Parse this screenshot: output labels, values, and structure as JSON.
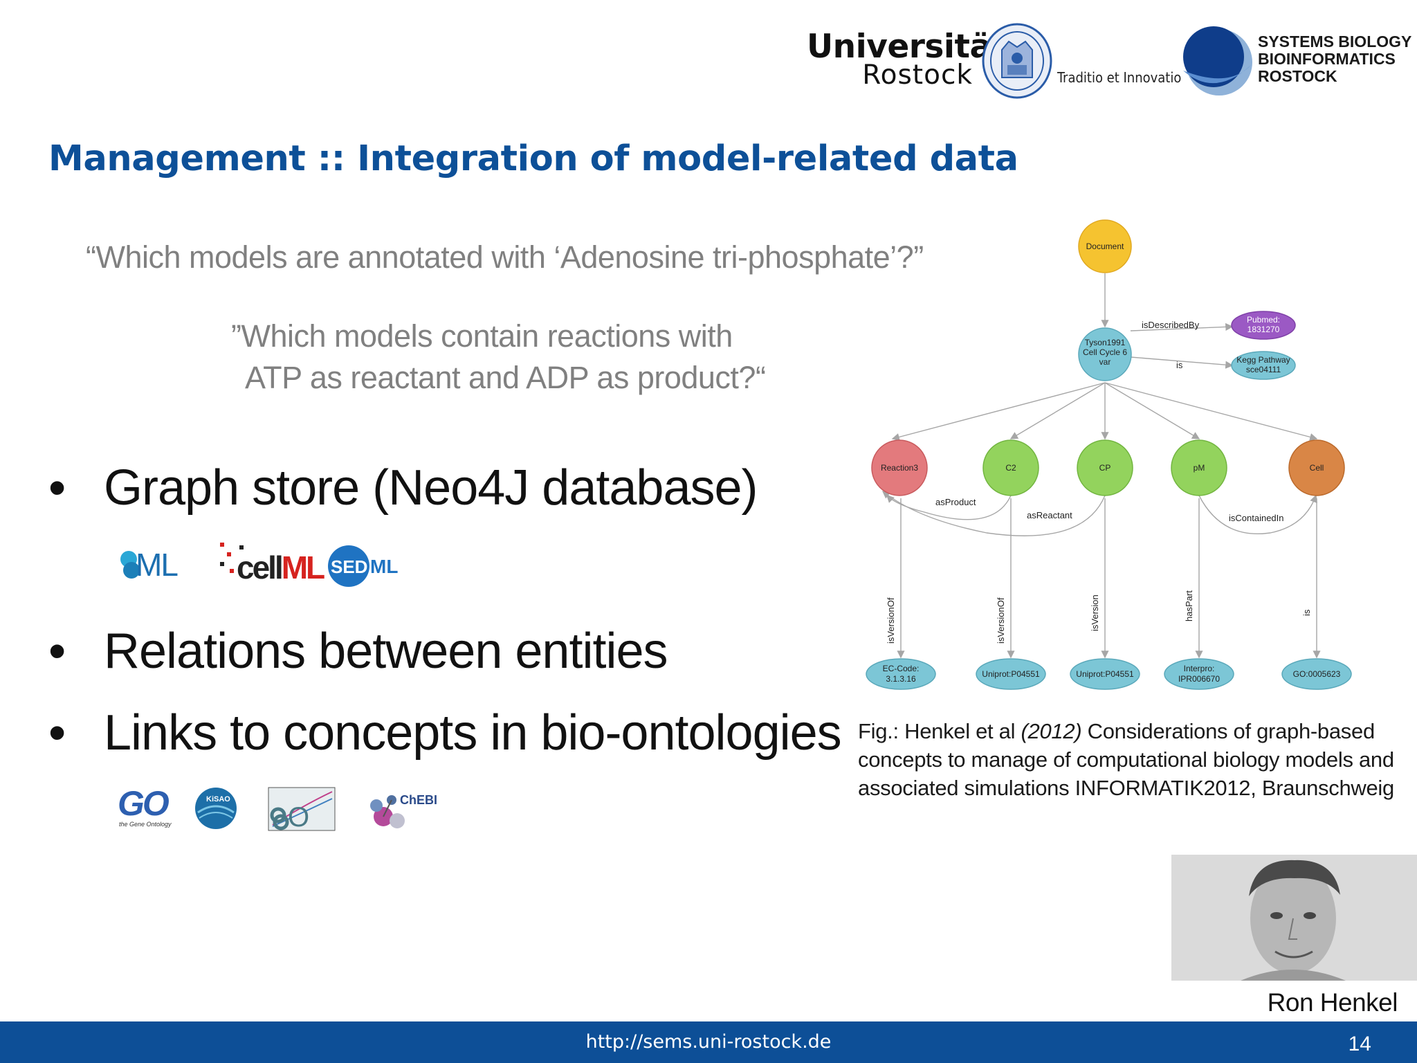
{
  "header": {
    "uni_line1": "Universität",
    "uni_line2": "Rostock",
    "motto": "Traditio et Innovatio",
    "sb_line1": "SYSTEMS BIOLOGY",
    "sb_line2": "BIOINFORMATICS",
    "sb_line3": "ROSTOCK"
  },
  "title": "Management :: Integration of model-related data",
  "questions": {
    "q1": "“Which models are annotated with ‘Adenosine tri-phosphate’?”",
    "q2_line1": "”Which models contain reactions with",
    "q2_line2": "ATP as reactant and ADP as product?“"
  },
  "bullets": {
    "marker": "•",
    "b1": "Graph store (Neo4J database)",
    "b2": "Relations between entities",
    "b3": "Links to concepts in bio-ontologies"
  },
  "format_logos": {
    "sbml": "ML",
    "cellml_cell": "cell",
    "cellml_ml": "ML",
    "sedml_sed": "SED",
    "sedml_ml": "ML"
  },
  "ontology_logos": {
    "go": "GO",
    "go_sub": "the Gene Ontology",
    "kisao": "KiSAO",
    "sbo": "O",
    "chebi": "ChEBI"
  },
  "graph": {
    "nodes": {
      "document": "Document",
      "tyson_l1": "Tyson1991",
      "tyson_l2": "Cell Cycle 6",
      "tyson_l3": "var",
      "pubmed_l1": "Pubmed:",
      "pubmed_l2": "1831270",
      "kegg_l1": "Kegg Pathway",
      "kegg_l2": "sce04111",
      "reaction3": "Reaction3",
      "c2": "C2",
      "cp": "CP",
      "pm": "pM",
      "cell": "Cell",
      "ec_l1": "EC-Code:",
      "ec_l2": "3.1.3.16",
      "uniprot1": "Uniprot:P04551",
      "uniprot2": "Uniprot:P04551",
      "interpro_l1": "Interpro:",
      "interpro_l2": "IPR006670",
      "go": "GO:0005623"
    },
    "edges": {
      "is_described_by": "isDescribedBy",
      "is": "is",
      "as_product": "asProduct",
      "as_reactant": "asReactant",
      "is_contained_in": "isContainedIn",
      "is_version_of_1": "isVersionOf",
      "is_version_of_2": "isVersionOf",
      "is_version": "isVersion",
      "has_part": "hasPart",
      "is_2": "is"
    },
    "colors": {
      "document": "#f5c330",
      "pubmed": "#9b59c4",
      "leaf": "#7cc6d6",
      "reaction": "#e37a7d",
      "green": "#93d35d",
      "cell": "#d98646",
      "edge": "#a6a6a6"
    }
  },
  "caption": {
    "part1": "Fig.: Henkel et al ",
    "year": "(2012)",
    "part2": " Considerations of graph-based concepts to manage of computational biology models and associated simulations INFORMATIK2012, Braunschweig"
  },
  "photo_caption": "Ron Henkel",
  "footer": {
    "url": "http://sems.uni-rostock.de",
    "page": "14"
  },
  "colors": {
    "title": "#0d5098",
    "footer_bg": "#0d4f97",
    "question": "#808080"
  }
}
